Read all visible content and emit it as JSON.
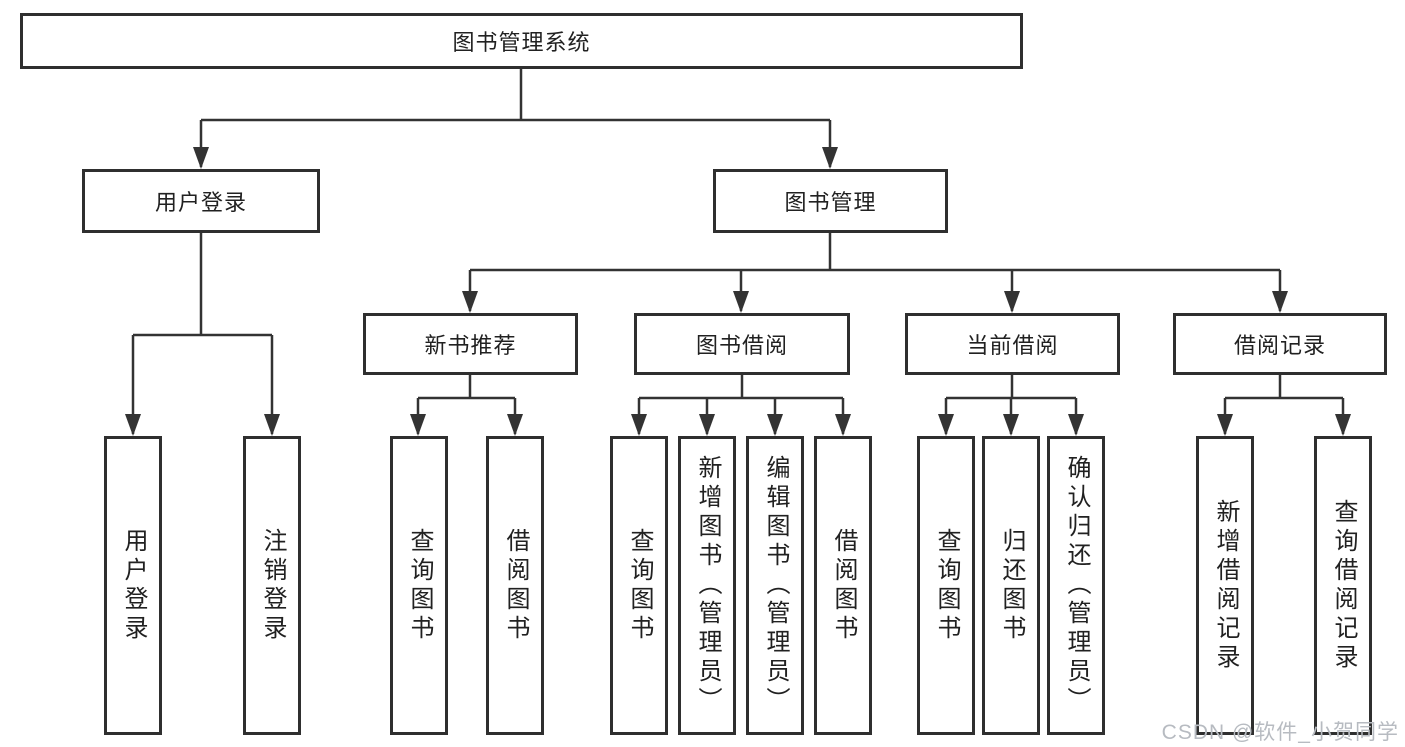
{
  "diagram": {
    "root": {
      "label": "图书管理系统"
    },
    "branches": [
      {
        "label": "用户登录",
        "leaves": [
          "用户登录",
          "注销登录"
        ]
      },
      {
        "label": "图书管理",
        "groups": [
          {
            "label": "新书推荐",
            "leaves": [
              "查询图书",
              "借阅图书"
            ]
          },
          {
            "label": "图书借阅",
            "leaves": [
              "查询图书",
              "新增图书（管理员）",
              "编辑图书（管理员）",
              "借阅图书"
            ]
          },
          {
            "label": "当前借阅",
            "leaves": [
              "查询图书",
              "归还图书",
              "确认归还（管理员）"
            ]
          },
          {
            "label": "借阅记录",
            "leaves": [
              "新增借阅记录",
              "查询借阅记录"
            ]
          }
        ]
      }
    ]
  },
  "watermark": {
    "text": "CSDN @软件_小贺同学"
  },
  "colors": {
    "line": "#333333",
    "box_border": "#2f2f2f",
    "text": "#212121",
    "watermark_text": "#b7bbc1",
    "background": "#ffffff"
  }
}
